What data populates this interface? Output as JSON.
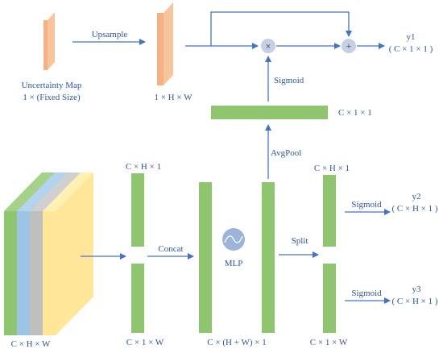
{
  "diagram": {
    "uncertainty_map": {
      "title": "Uncertainty Map",
      "subtitle": "1 × (Fixed Size)"
    },
    "upsample_label": "Upsample",
    "upsampled_map_label": "1 × H × W",
    "multiply_symbol": "×",
    "add_symbol": "+",
    "output1": {
      "name": "y1",
      "shape": "( C × 1 × 1 )"
    },
    "sigmoid_top_label": "Sigmoid",
    "channel_vector_label": "C × 1 × 1",
    "avgpool_label": "AvgPool",
    "feature_cube_label": "C × H × W",
    "concat_input_top_label": "C × H × 1",
    "concat_input_bottom_label": "C × 1 × W",
    "concat_label": "Concat",
    "mlp_label": "MLP",
    "concat_output_label": "C × (H + W) × 1",
    "split_label": "Split",
    "split_output_top_label": "C × H × 1",
    "split_output_bottom_label": "C × 1 × W",
    "sigmoid_mid_label": "Sigmoid",
    "output2": {
      "name": "y2",
      "shape": "( C × H × 1 )"
    },
    "sigmoid_bottom_label": "Sigmoid",
    "output3": {
      "name": "y3",
      "shape": "( C × H × 1 )"
    }
  },
  "colors": {
    "arrow": "#4472c4",
    "green_bar": "#8fc56e",
    "orange_map": "#f4b183",
    "circle": "#c5cfe6",
    "cube_green": "#8fc56e",
    "cube_blue": "#9dc3e6",
    "cube_gray": "#bfbfbf",
    "cube_yellow": "#ffe699"
  }
}
